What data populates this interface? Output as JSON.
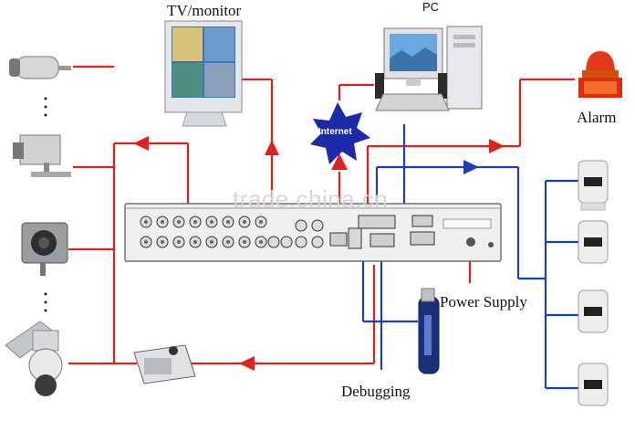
{
  "labels": {
    "tv_monitor": "TV/monitor",
    "pc": "PC",
    "alarm": "Alarm",
    "internet": "Internet",
    "power_supply": "Power Supply",
    "debugging": "Debugging"
  },
  "watermark": "trade.china.cn",
  "colors": {
    "red_line": "#e0201c",
    "blue_line": "#1d3fb5",
    "internet_star": "#1a2aa8",
    "dvr_body": "#eeeeee"
  }
}
